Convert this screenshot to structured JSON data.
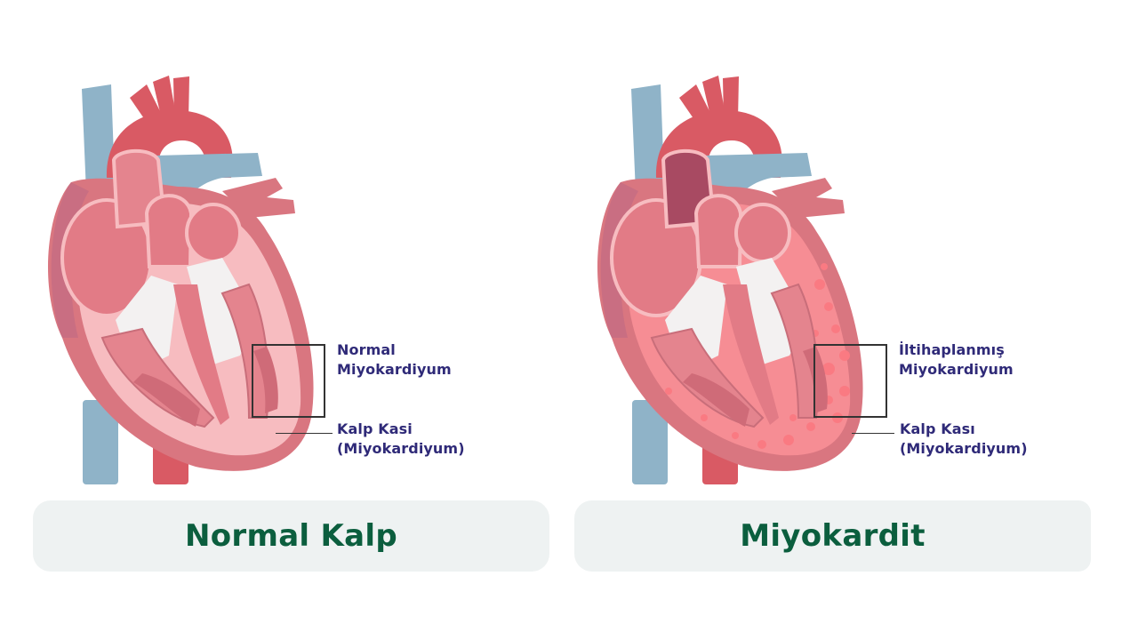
{
  "colors": {
    "vein_blue": "#8fb3c8",
    "artery_red": "#d95a64",
    "heart_outer": "#d97680",
    "heart_mid": "#e4848e",
    "heart_inner_wall": "#f7bcc0",
    "chamber": "#e27b86",
    "tendon_white": "#f3f1f1",
    "inflamed_fill": "#f68d94",
    "inflamed_spot": "#fa7a82",
    "label_text": "#2f2a78",
    "caption_text": "#0b5e3e",
    "caption_bg": "#eef2f2"
  },
  "panels": [
    {
      "id": "normal",
      "title": "Normal Kalp",
      "box_label": [
        "Normal",
        "Miyokardiyum"
      ],
      "muscle_label": [
        "Kalp Kasi",
        "(Miyokardiyum)"
      ]
    },
    {
      "id": "myocarditis",
      "title": "Miyokardit",
      "box_label": [
        "İltihaplanmış",
        "Miyokardiyum"
      ],
      "muscle_label": [
        "Kalp Kası",
        "(Miyokardiyum)"
      ]
    }
  ]
}
